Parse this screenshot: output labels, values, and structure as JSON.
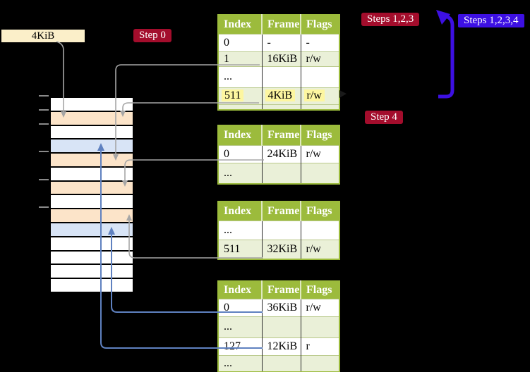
{
  "colors": {
    "background": "#000000",
    "table_header_green": "#9cbb3c",
    "table_row_green": "#eaf0d8",
    "highlight_yellow": "#fdf6a0",
    "page_peach": "#fce4c9",
    "page_blue": "#d8e4f6",
    "legend_cream": "#fbefc9",
    "badge_red": "#a30d2c",
    "badge_violet": "#3d10e3",
    "connector_gray": "#a6a6a6",
    "connector_blue": "#5f81c0"
  },
  "legend": {
    "label": "4KiB"
  },
  "badges": {
    "step0": "Step 0",
    "steps123": "Steps 1,2,3",
    "steps1234": "Steps 1,2,3,4",
    "step4": "Step 4"
  },
  "memory_strip": {
    "rows": [
      "white",
      "peach",
      "white",
      "blue",
      "peach",
      "white",
      "peach",
      "white",
      "peach",
      "blue",
      "white",
      "white",
      "white",
      "white"
    ]
  },
  "tables": [
    {
      "headers": [
        "Index",
        "Frame",
        "Flags"
      ],
      "rows": [
        {
          "cells": [
            "0",
            "-",
            "-"
          ]
        },
        {
          "cells": [
            "1",
            "16KiB",
            "r/w"
          ]
        },
        {
          "cells": [
            "...",
            "",
            ""
          ]
        },
        {
          "cells": [
            "511",
            "4KiB",
            "r/w"
          ],
          "highlight": true
        }
      ]
    },
    {
      "headers": [
        "Index",
        "Frame",
        "Flags"
      ],
      "rows": [
        {
          "cells": [
            "0",
            "24KiB",
            "r/w"
          ]
        },
        {
          "cells": [
            "...",
            "",
            ""
          ]
        }
      ]
    },
    {
      "headers": [
        "Index",
        "Frame",
        "Flags"
      ],
      "rows": [
        {
          "cells": [
            "...",
            "",
            ""
          ]
        },
        {
          "cells": [
            "511",
            "32KiB",
            "r/w"
          ]
        }
      ]
    },
    {
      "headers": [
        "Index",
        "Frame",
        "Flags"
      ],
      "rows": [
        {
          "cells": [
            "0",
            "36KiB",
            "r/w"
          ]
        },
        {
          "cells": [
            "...",
            "",
            ""
          ]
        },
        {
          "cells": [
            "127",
            "12KiB",
            "r"
          ]
        },
        {
          "cells": [
            "...",
            "",
            ""
          ]
        }
      ]
    }
  ]
}
